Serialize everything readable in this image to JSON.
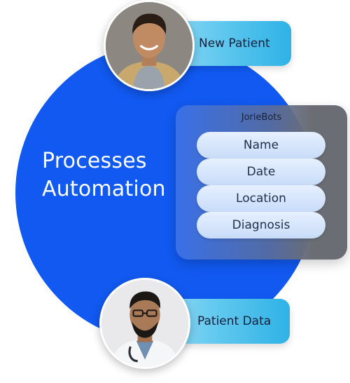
{
  "headline": [
    "Processes",
    "Automation"
  ],
  "new_patient_label": "New Patient",
  "patient_data_label": "Patient Data",
  "panel": {
    "title": "JorieBots",
    "fields": [
      "Name",
      "Date",
      "Location",
      "Diagnosis"
    ]
  },
  "colors": {
    "circle": "#1159f0",
    "pill": "#5ec7ee",
    "panel": "#6a6d73"
  }
}
